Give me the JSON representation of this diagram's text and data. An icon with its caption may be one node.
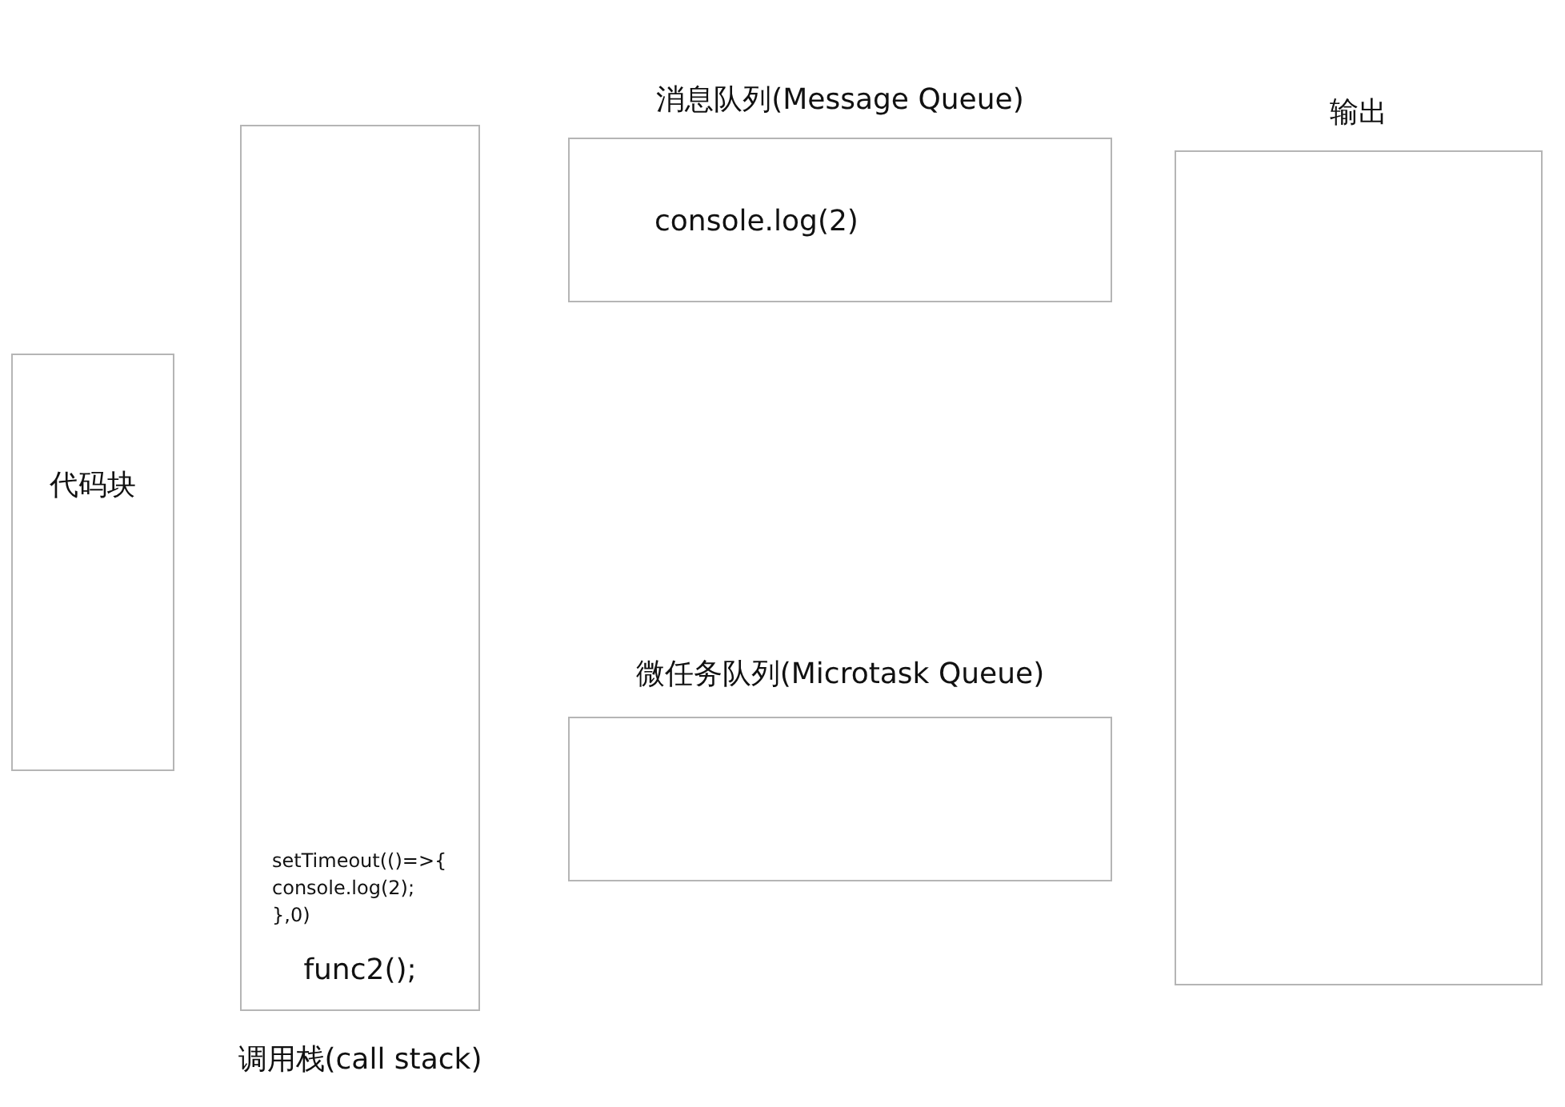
{
  "diagram": {
    "nodes": [
      {
        "text": [
          "代码块"
        ]
      },
      {
        "text": [
          "setTimeout(()=>{ console.log(2); },0)",
          "func2();",
          "调用栈(call stack)"
        ]
      },
      {
        "text": [
          "消息队列(Message Queue)",
          "console.log(2)"
        ]
      },
      {
        "text": [
          "微任务队列(Microtask Queue)"
        ]
      },
      {
        "text": [
          "输出"
        ]
      }
    ],
    "edges": []
  }
}
